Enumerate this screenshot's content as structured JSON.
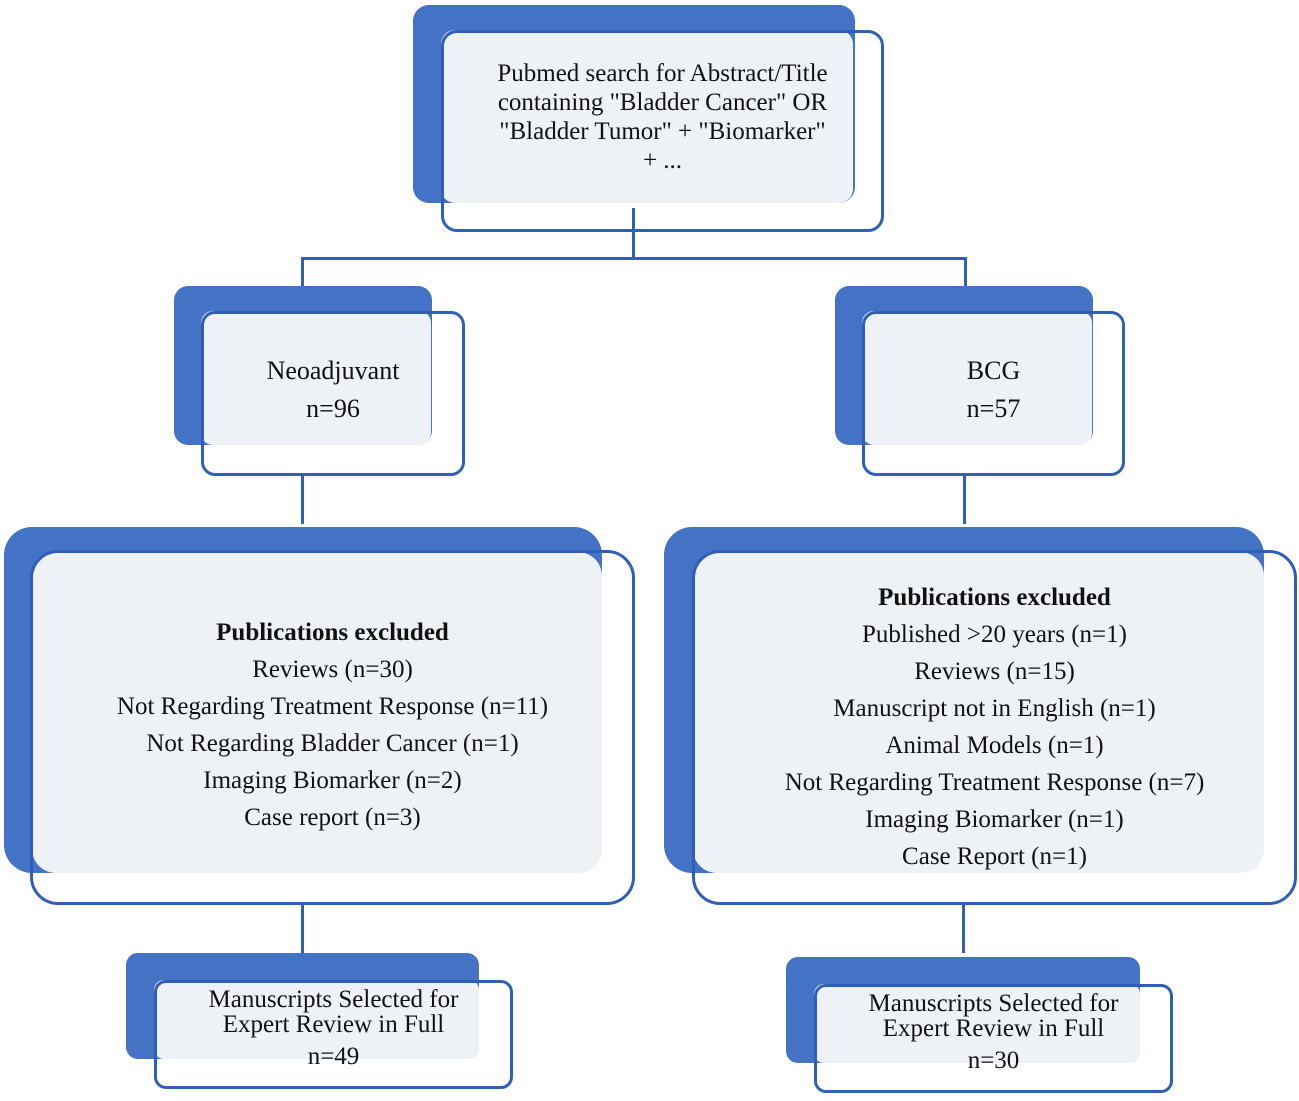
{
  "search": {
    "lines": [
      "Pubmed search for Abstract/Title",
      "containing \"Bladder Cancer\" OR",
      "\"Bladder Tumor\"  + \"Biomarker\"",
      "+ ..."
    ]
  },
  "neoadjuvant": {
    "label": "Neoadjuvant",
    "count": "n=96",
    "excluded_title": "Publications excluded",
    "excluded": [
      "Reviews (n=30)",
      "Not Regarding Treatment Response (n=11)",
      "Not Regarding Bladder Cancer (n=1)",
      "Imaging Biomarker (n=2)",
      "Case report (n=3)"
    ],
    "selected_line1": "Manuscripts Selected for",
    "selected_line2": "Expert Review in Full",
    "selected_count": "n=49"
  },
  "bcg": {
    "label": "BCG",
    "count": "n=57",
    "excluded_title": "Publications excluded",
    "excluded": [
      "Published >20 years (n=1)",
      "Reviews (n=15)",
      "Manuscript not in English (n=1)",
      "Animal Models (n=1)",
      "Not Regarding Treatment Response (n=7)",
      "Imaging Biomarker (n=1)",
      "Case Report (n=1)"
    ],
    "selected_line1": "Manuscripts Selected for",
    "selected_line2": "Expert Review in Full",
    "selected_count": "n=30"
  },
  "colors": {
    "accent": "#4472c4",
    "border": "#2f5fb8",
    "fill": "#eef1f6"
  }
}
